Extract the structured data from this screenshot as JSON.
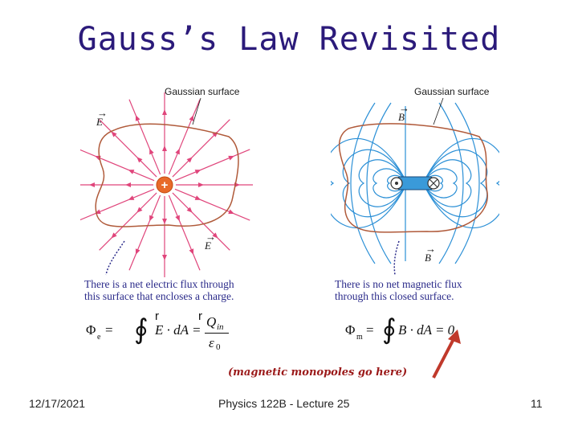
{
  "slide": {
    "title": "Gauss’s Law Revisited",
    "footer_date": "12/17/2021",
    "footer_center": "Physics 122B  -  Lecture 25",
    "footer_page": "11"
  },
  "left_panel": {
    "surface_label": "Gaussian surface",
    "field_label": "E",
    "field_label_2": "E",
    "charge_symbol": "+",
    "caption_line1": "There is a net electric flux through",
    "caption_line2": "this surface that encloses a charge.",
    "eq_lhs": "Φ",
    "eq_lhs_sub": "e",
    "eq_eq": "=",
    "eq_oint": "∮",
    "eq_r1": "r",
    "eq_r2": "r",
    "eq_integrand": "E · dA =",
    "eq_num": "Q",
    "eq_num_sub": "in",
    "eq_den": "ε",
    "eq_den_sub": "0"
  },
  "right_panel": {
    "surface_label": "Gaussian surface",
    "field_label_top": "B",
    "field_label_bottom": "B",
    "caption_line1": "There is no net magnetic flux",
    "caption_line2": "through this closed surface.",
    "eq_lhs": "Φ",
    "eq_lhs_sub": "m",
    "eq_eq": "=",
    "eq_oint": "∮",
    "eq_integrand": "B · dA = 0"
  },
  "annotation": {
    "text": "(magnetic monopoles go here)"
  },
  "colors": {
    "title": "#2b1a7a",
    "electric_field": "#e0457b",
    "magnetic_field": "#2a8fd6",
    "surface": "#b05a3a",
    "arrow": "#c0392b",
    "annotation": "#9b1a1a"
  }
}
